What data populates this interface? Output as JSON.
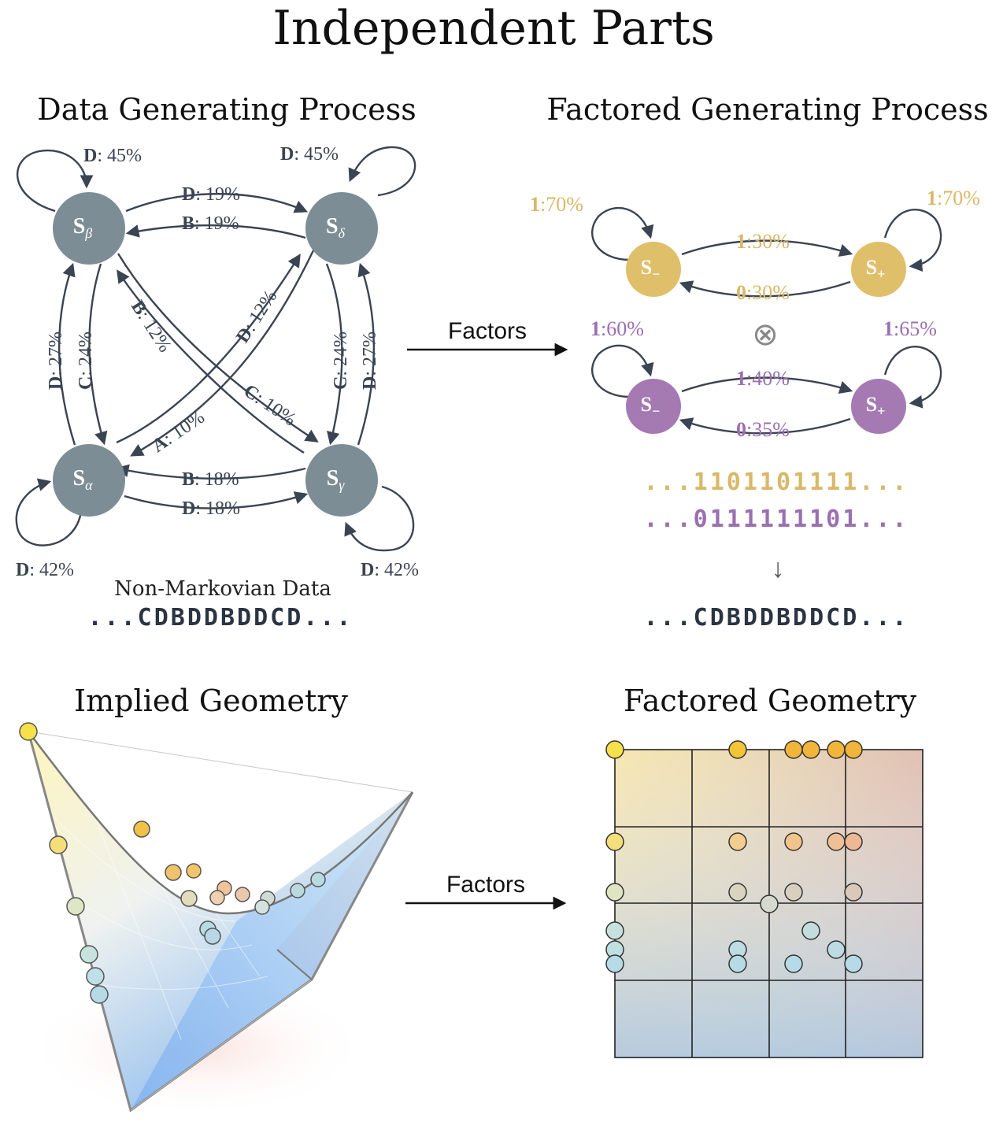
{
  "title": "Independent Parts",
  "panels": {
    "dgp_title": "Data Generating Process",
    "fgp_title": "Factored Generating Process",
    "implied_title": "Implied Geometry",
    "factored_geo_title": "Factored Geometry"
  },
  "arrows": {
    "factors_top": "Factors",
    "factors_bottom": "Factors"
  },
  "dgp": {
    "states": {
      "beta": "S",
      "beta_sub": "β",
      "delta": "S",
      "delta_sub": "δ",
      "alpha": "S",
      "alpha_sub": "α",
      "gamma": "S",
      "gamma_sub": "γ"
    },
    "edges": {
      "beta_self": {
        "sym": "D",
        "prob": ": 45%"
      },
      "delta_self": {
        "sym": "D",
        "prob": ": 45%"
      },
      "alpha_self": {
        "sym": "D",
        "prob": ": 42%"
      },
      "gamma_self": {
        "sym": "D",
        "prob": ": 42%"
      },
      "beta_delta": {
        "sym": "D",
        "prob": ": 19%"
      },
      "delta_beta": {
        "sym": "B",
        "prob": ": 19%"
      },
      "gamma_alpha": {
        "sym": "B",
        "prob": ": 18%"
      },
      "alpha_gamma": {
        "sym": "D",
        "prob": ": 18%"
      },
      "alpha_beta": {
        "sym": "D",
        "prob": ": 27%"
      },
      "beta_alpha": {
        "sym": "C",
        "prob": ": 24%"
      },
      "delta_gamma": {
        "sym": "C",
        "prob": ": 24%"
      },
      "gamma_delta": {
        "sym": "D",
        "prob": ": 27%"
      },
      "gamma_beta": {
        "sym": "B",
        "prob": ": 12%"
      },
      "alpha_delta": {
        "sym": "D",
        "prob": ": 12%"
      },
      "delta_alpha": {
        "sym": "A",
        "prob": ": 10%"
      },
      "beta_gamma": {
        "sym": "C",
        "prob": ": 10%"
      }
    },
    "data_label": "Non-Markovian Data",
    "sequence": "...CDBDDBDDCD..."
  },
  "fgp": {
    "gold": {
      "color": "#e0bf6a",
      "minus_state": "S",
      "minus_sub": "−",
      "plus_state": "S",
      "plus_sub": "+",
      "minus_self": {
        "sym": "1",
        "prob": ":70%"
      },
      "plus_self": {
        "sym": "1",
        "prob": ":70%"
      },
      "minus_plus": {
        "sym": "1",
        "prob": ":30%"
      },
      "plus_minus": {
        "sym": "0",
        "prob": ":30%"
      }
    },
    "purple": {
      "color": "#a57ab3",
      "minus_state": "S",
      "minus_sub": "−",
      "plus_state": "S",
      "plus_sub": "+",
      "minus_self": {
        "sym": "1",
        "prob": ":60%"
      },
      "plus_self": {
        "sym": "1",
        "prob": ":65%"
      },
      "minus_plus": {
        "sym": "1",
        "prob": ":40%"
      },
      "plus_minus": {
        "sym": "0",
        "prob": ":35%"
      }
    },
    "tensor_symbol": "⊗",
    "gold_sequence": "...1101101111...",
    "purple_sequence": "...0111111101...",
    "down_arrow": "↓",
    "combined_sequence": "...CDBDDBDDCD..."
  },
  "colors": {
    "state_gray": "#7c8d96",
    "edge": "#3a4452",
    "text_dark": "#2a3442"
  }
}
